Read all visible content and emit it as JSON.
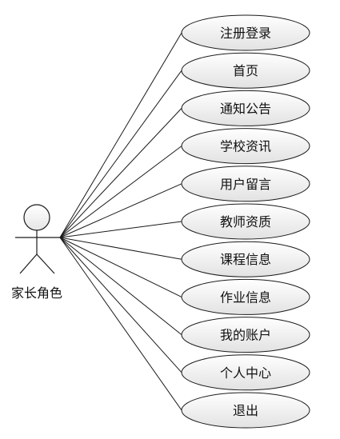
{
  "actor": {
    "name": "家长角色"
  },
  "use_cases": [
    {
      "label": "注册登录"
    },
    {
      "label": "首页"
    },
    {
      "label": "通知公告"
    },
    {
      "label": "学校资讯"
    },
    {
      "label": "用户留言"
    },
    {
      "label": "教师资质"
    },
    {
      "label": "课程信息"
    },
    {
      "label": "作业信息"
    },
    {
      "label": "我的账户"
    },
    {
      "label": "个人中心"
    },
    {
      "label": "退出"
    }
  ],
  "colors": {
    "ellipse_fill_top": "#ffffff",
    "ellipse_fill_bottom": "#e2e2e2",
    "stroke": "#1a1a1a",
    "text": "#111111"
  }
}
